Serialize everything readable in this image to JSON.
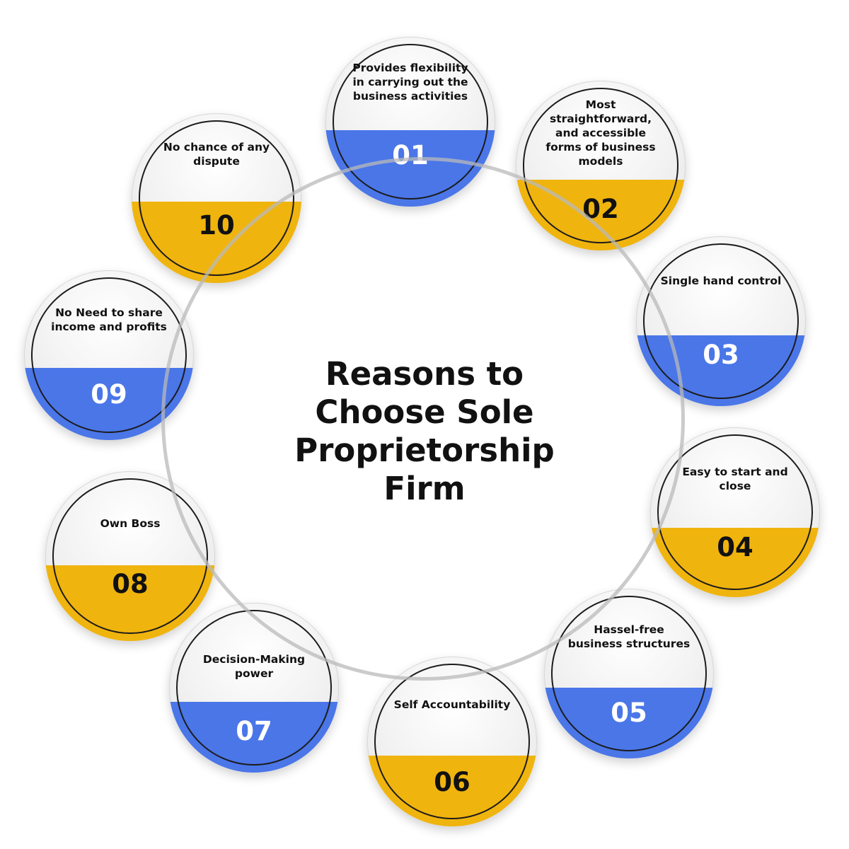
{
  "title_lines": [
    "Reasons to",
    "Choose Sole",
    "Proprietorship",
    "Firm"
  ],
  "colors": {
    "blue": "#4a76e8",
    "yellow": "#f0b40e",
    "number_dark": "#111111",
    "number_light": "#ffffff"
  },
  "items": [
    {
      "number": "01",
      "text": "Provides flexibility in carrying out the business activities",
      "color": "blue"
    },
    {
      "number": "02",
      "text": "Most straightforward, and accessible forms of business models",
      "color": "yellow"
    },
    {
      "number": "03",
      "text": "Single hand control",
      "color": "blue"
    },
    {
      "number": "04",
      "text": "Easy to start and close",
      "color": "yellow"
    },
    {
      "number": "05",
      "text": "Hassel-free business structures",
      "color": "blue"
    },
    {
      "number": "06",
      "text": "Self Accountability",
      "color": "yellow"
    },
    {
      "number": "07",
      "text": "Decision-Making power",
      "color": "blue"
    },
    {
      "number": "08",
      "text": "Own Boss",
      "color": "yellow"
    },
    {
      "number": "09",
      "text": "No Need to share income and profits",
      "color": "blue"
    },
    {
      "number": "10",
      "text": "No chance of any dispute",
      "color": "yellow"
    }
  ]
}
